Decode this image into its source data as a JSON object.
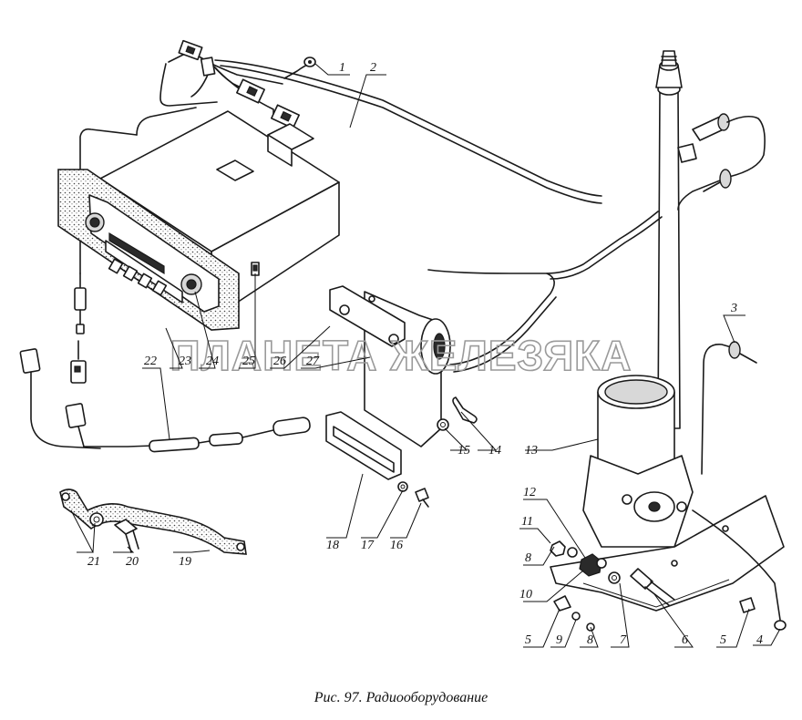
{
  "figure": {
    "caption": "Рис. 97. Радиооборудование",
    "watermark": "ПЛАНЕТА ЖЕЛЕЗЯКА"
  },
  "callouts": [
    {
      "id": "c1",
      "text": "1"
    },
    {
      "id": "c2",
      "text": "2"
    },
    {
      "id": "c3",
      "text": "3"
    },
    {
      "id": "c4",
      "text": "4"
    },
    {
      "id": "c5a",
      "text": "5"
    },
    {
      "id": "c5b",
      "text": "5"
    },
    {
      "id": "c6",
      "text": "6"
    },
    {
      "id": "c7",
      "text": "7"
    },
    {
      "id": "c8a",
      "text": "8"
    },
    {
      "id": "c8b",
      "text": "8"
    },
    {
      "id": "c9",
      "text": "9"
    },
    {
      "id": "c10",
      "text": "10"
    },
    {
      "id": "c11",
      "text": "11"
    },
    {
      "id": "c12",
      "text": "12"
    },
    {
      "id": "c13",
      "text": "13"
    },
    {
      "id": "c14",
      "text": "14"
    },
    {
      "id": "c15",
      "text": "15"
    },
    {
      "id": "c16",
      "text": "16"
    },
    {
      "id": "c17",
      "text": "17"
    },
    {
      "id": "c18",
      "text": "18"
    },
    {
      "id": "c19",
      "text": "19"
    },
    {
      "id": "c20",
      "text": "20"
    },
    {
      "id": "c21",
      "text": "21"
    },
    {
      "id": "c22",
      "text": "22"
    },
    {
      "id": "c23",
      "text": "23"
    },
    {
      "id": "c24",
      "text": "24"
    },
    {
      "id": "c25",
      "text": "25"
    },
    {
      "id": "c26",
      "text": "26"
    },
    {
      "id": "c27",
      "text": "27"
    }
  ]
}
